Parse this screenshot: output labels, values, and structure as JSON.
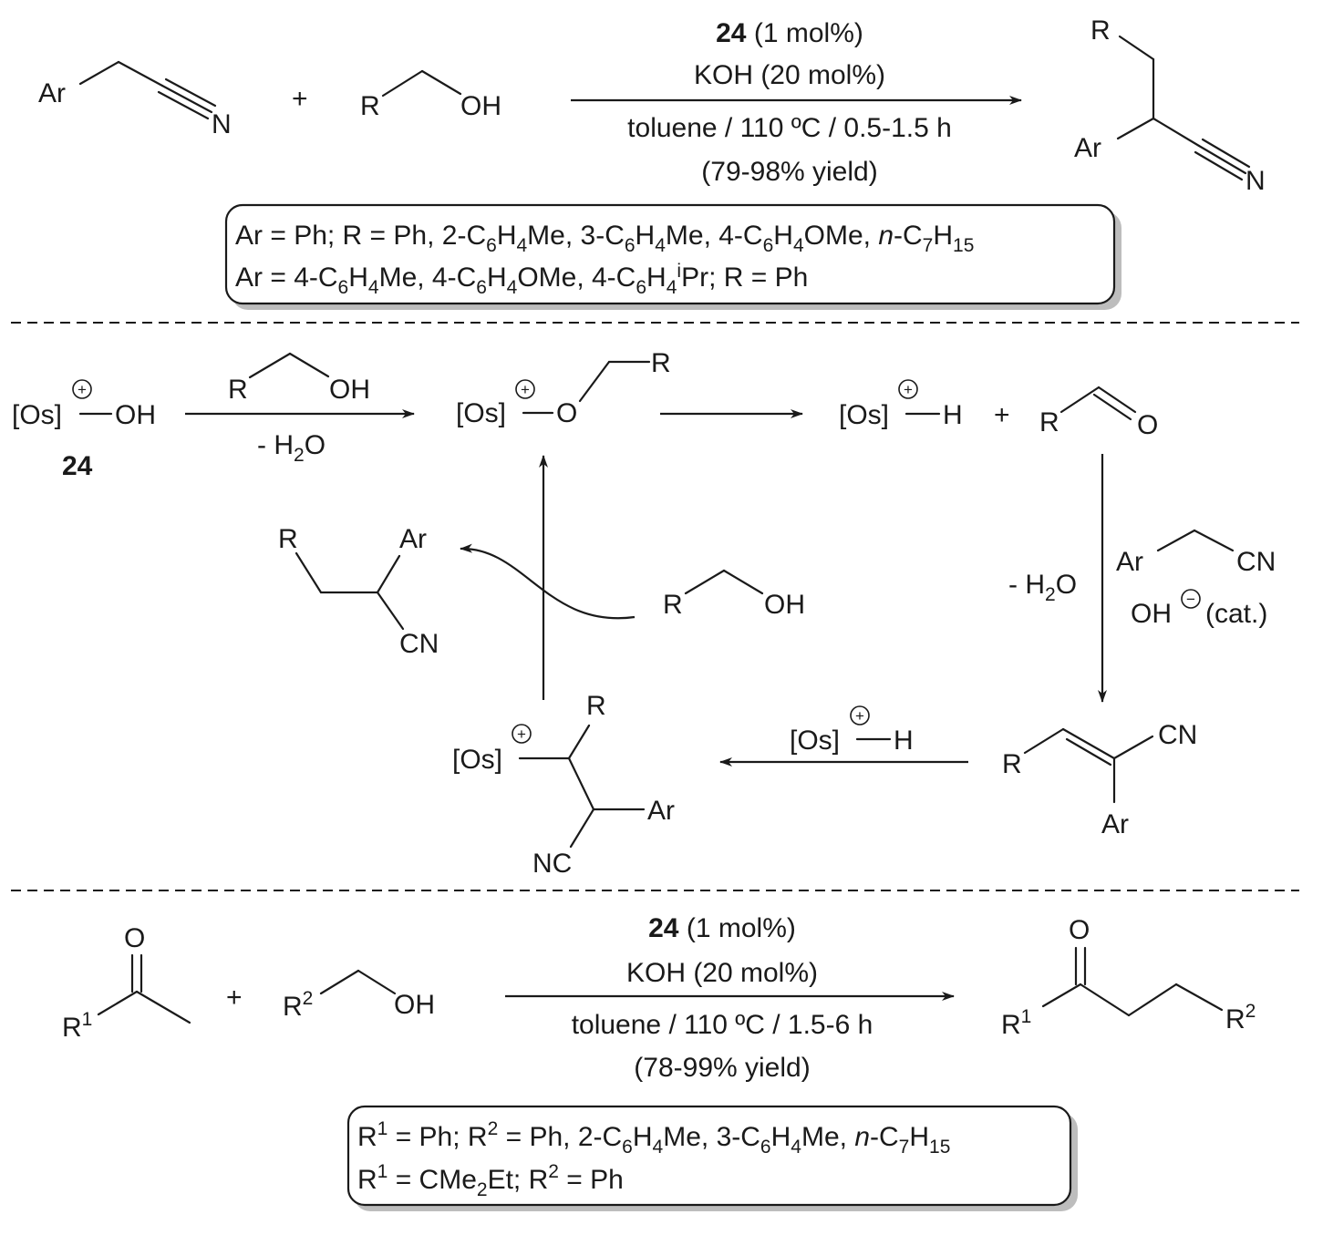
{
  "reaction1": {
    "conditions": {
      "catalyst_id": "24",
      "catalyst_amount": "(1 mol%)",
      "base": "KOH (20 mol%)",
      "solvent_temp_time": "toluene / 110 ºC / 0.5-1.5 h",
      "yield": "(79-98% yield)"
    },
    "scope": {
      "line1": {
        "a": "Ar = Ph; R = Ph, 2-C",
        "b": "H",
        "c": "Me, 3-C",
        "d": "H",
        "e": "Me, 4-C",
        "f": "H",
        "g": "OMe, ",
        "italic_n": "n",
        "h": "-C",
        "i": "H",
        "sub6": "6",
        "sub4": "4",
        "sub7": "7",
        "sub15": "15"
      },
      "line2": {
        "a": "Ar = 4-C",
        "b": "H",
        "c": "Me, 4-C",
        "d": "H",
        "e": "OMe, 4-C",
        "f": "H",
        "g": "Pr; R = Ph",
        "sup_i": "i",
        "sub6": "6",
        "sub4": "4"
      }
    }
  },
  "mechanism": {
    "catalyst_label": "24",
    "minus_water_1": "- H",
    "minus_water_2": "- H",
    "water_suffix": "O",
    "water_sub": "2",
    "hydroxide_cat": "(cat.)"
  },
  "reaction2": {
    "conditions": {
      "catalyst_id": "24",
      "catalyst_amount": "(1 mol%)",
      "base": "KOH (20 mol%)",
      "solvent_temp_time": "toluene / 110 ºC / 1.5-6 h",
      "yield": "(78-99% yield)"
    },
    "scope": {
      "line1": {
        "r1": "R",
        "a": " = Ph; R",
        "b": " = Ph, 2-C",
        "c": "H",
        "d": "Me, 3-C",
        "e": "H",
        "f": "Me, ",
        "italic_n": "n",
        "g": "-C",
        "h": "H",
        "sup1": "1",
        "sup2": "2",
        "sub6": "6",
        "sub4": "4",
        "sub7": "7",
        "sub15": "15"
      },
      "line2": {
        "r1": "R",
        "a": " = CMe",
        "b": "Et; R",
        "c": " = Ph",
        "sup1": "1",
        "sup2": "2",
        "sub2": "2"
      }
    }
  },
  "atoms": {
    "Ar": "Ar",
    "R": "R",
    "N": "N",
    "OH": "OH",
    "O": "O",
    "H": "H",
    "CN": "CN",
    "NC": "NC",
    "Os": "[Os]",
    "plus": "+",
    "R1": "R",
    "R2": "R",
    "sup1": "1",
    "sup2": "2",
    "charge_plus": "+",
    "charge_minus": "−"
  }
}
